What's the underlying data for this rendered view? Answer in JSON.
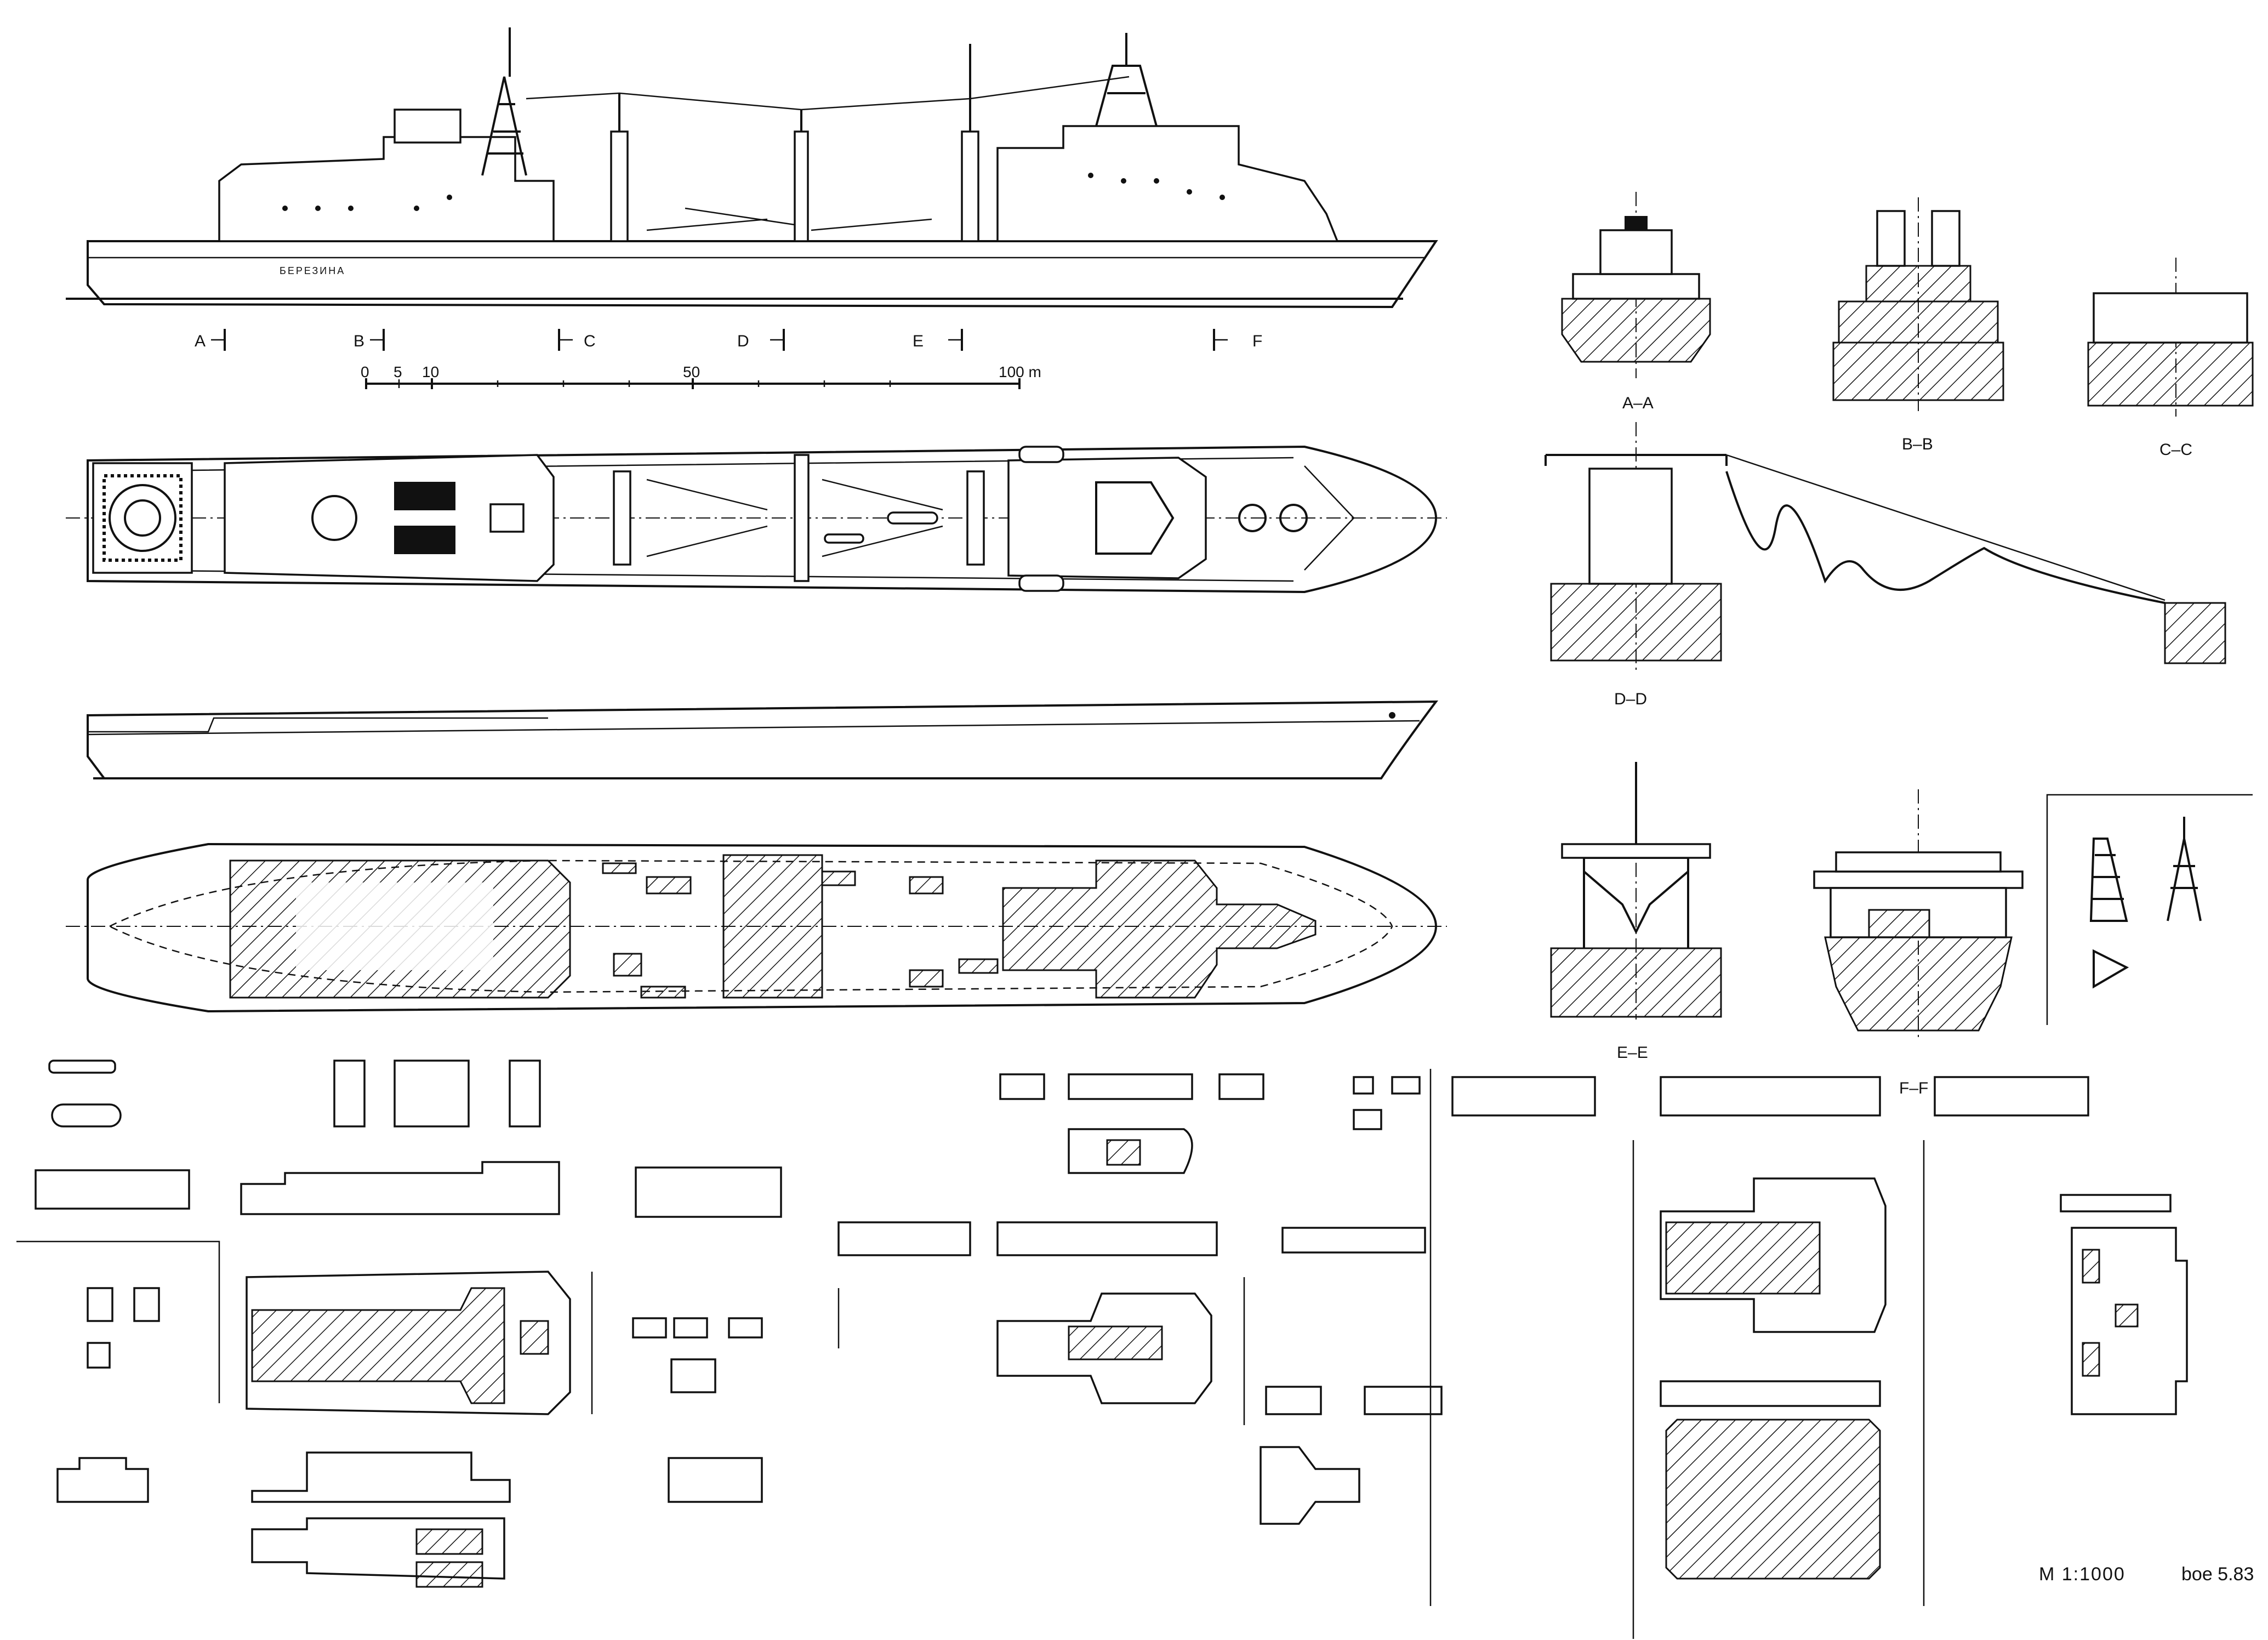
{
  "sheet": {
    "ship_name_plate": "БЕРЕЗИНА",
    "scale_note": "M 1:1000",
    "author_mark": "boe 5.83"
  },
  "scale_bar": {
    "ticks": [
      "0",
      "5",
      "10",
      "50",
      "100 m"
    ]
  },
  "section_markers": [
    "A",
    "B",
    "C",
    "D",
    "E",
    "F"
  ],
  "section_views": [
    "A–A",
    "B–B",
    "C–C",
    "D–D",
    "E–E",
    "F–F"
  ],
  "colors": {
    "ink": "#111111",
    "paper": "#ffffff"
  }
}
